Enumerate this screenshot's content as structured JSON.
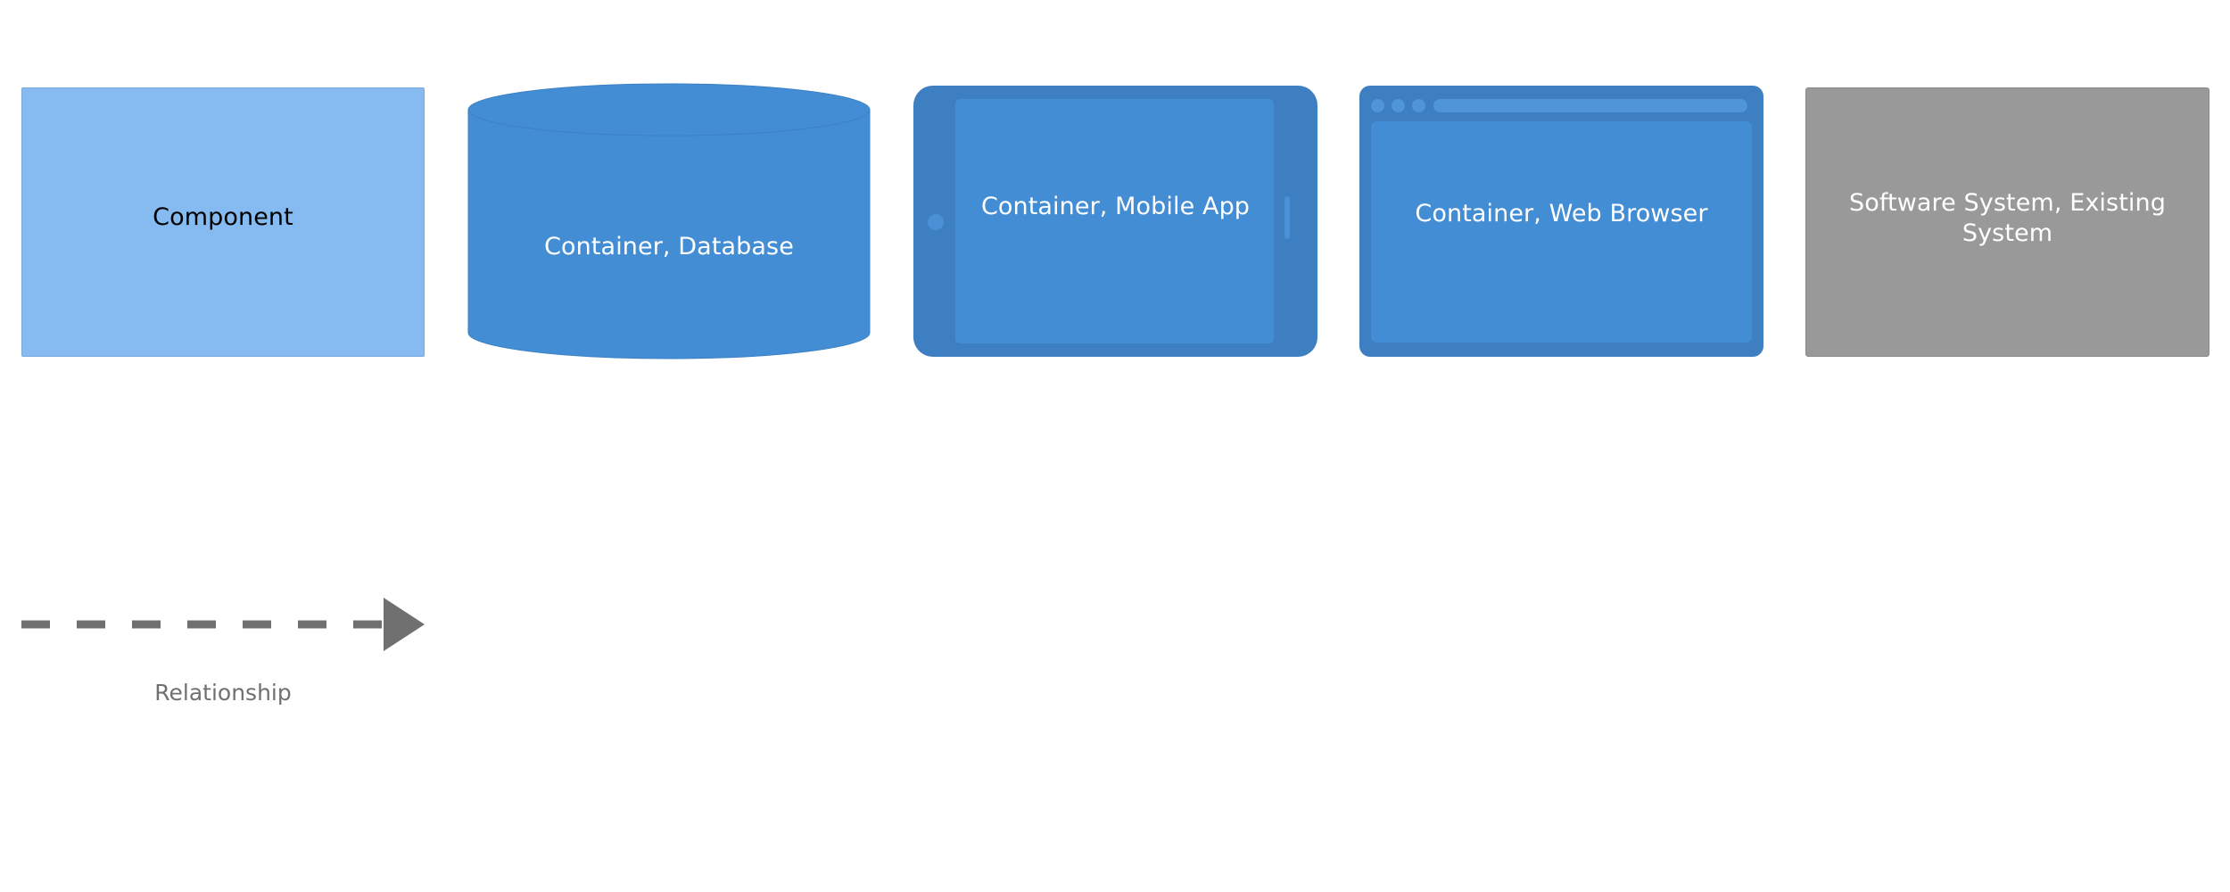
{
  "diagram": {
    "type": "c4-legend",
    "background_color": "#ffffff",
    "elements": [
      {
        "key": "component",
        "label": "Component",
        "shape": "box",
        "fill_color": "#85BBF0",
        "border_color": "#78AADB",
        "text_color": "#000000"
      },
      {
        "key": "database",
        "label": "Container, Database",
        "shape": "cylinder",
        "fill_color": "#438DD5",
        "border_color": "#3C82C3",
        "text_color": "#FFFFFF"
      },
      {
        "key": "mobile_app",
        "label": "Container, Mobile App",
        "shape": "mobile-device",
        "fill_color": "#438DD5",
        "frame_color": "#3D7FC1",
        "text_color": "#FFFFFF"
      },
      {
        "key": "web_browser",
        "label": "Container, Web Browser",
        "shape": "web-browser",
        "fill_color": "#438DD5",
        "frame_color": "#3D7FC1",
        "text_color": "#FFFFFF"
      },
      {
        "key": "existing_system",
        "label": "Software System, Existing System",
        "shape": "box",
        "fill_color": "#999999",
        "border_color": "#8A8A8A",
        "text_color": "#FFFFFF"
      }
    ],
    "relationship": {
      "label": "Relationship",
      "line_style": "dashed",
      "line_color": "#707070",
      "arrowhead": "solid-triangle",
      "text_color": "#707070"
    }
  }
}
